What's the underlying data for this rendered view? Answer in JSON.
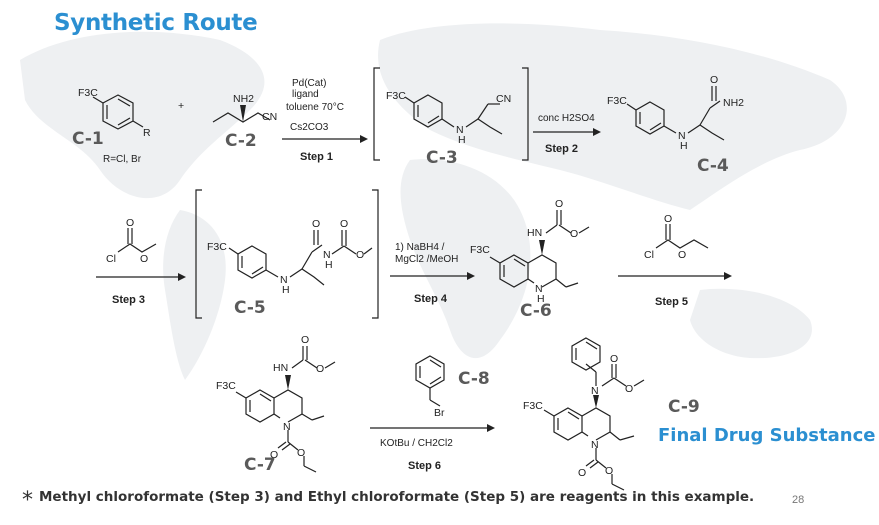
{
  "slide": {
    "title": "Synthetic Route",
    "footnote_star": "*",
    "footnote": "Methyl chloroformate (Step 3) and Ethyl chloroformate (Step 5) are reagents in this example.",
    "page_number": "28"
  },
  "compounds": {
    "c1": "C-1",
    "c2": "C-2",
    "c3": "C-3",
    "c4": "C-4",
    "c5": "C-5",
    "c6": "C-6",
    "c7": "C-7",
    "c8": "C-8",
    "c9": "C-9",
    "final": "Final Drug Substance",
    "r_note": "R=Cl, Br"
  },
  "atoms": {
    "f3c": "F3C",
    "r": "R",
    "nh2": "NH2",
    "cn": "CN",
    "h": "H",
    "n": "N",
    "hn": "HN",
    "o": "O",
    "cl": "Cl",
    "br": "Br",
    "plus": "+"
  },
  "steps": {
    "s1": {
      "label": "Step 1",
      "lines": [
        "Pd(Cat)",
        "ligand",
        "toluene  70°C",
        "Cs2CO3"
      ]
    },
    "s2": {
      "label": "Step 2",
      "reagent": "conc H2SO4"
    },
    "s3": {
      "label": "Step 3"
    },
    "s4": {
      "label": "Step 4",
      "lines": [
        "1) NaBH4 /",
        "MgCl2 /MeOH"
      ]
    },
    "s5": {
      "label": "Step 5"
    },
    "s6": {
      "label": "Step 6",
      "reagent": "KOtBu / CH2Cl2"
    }
  }
}
